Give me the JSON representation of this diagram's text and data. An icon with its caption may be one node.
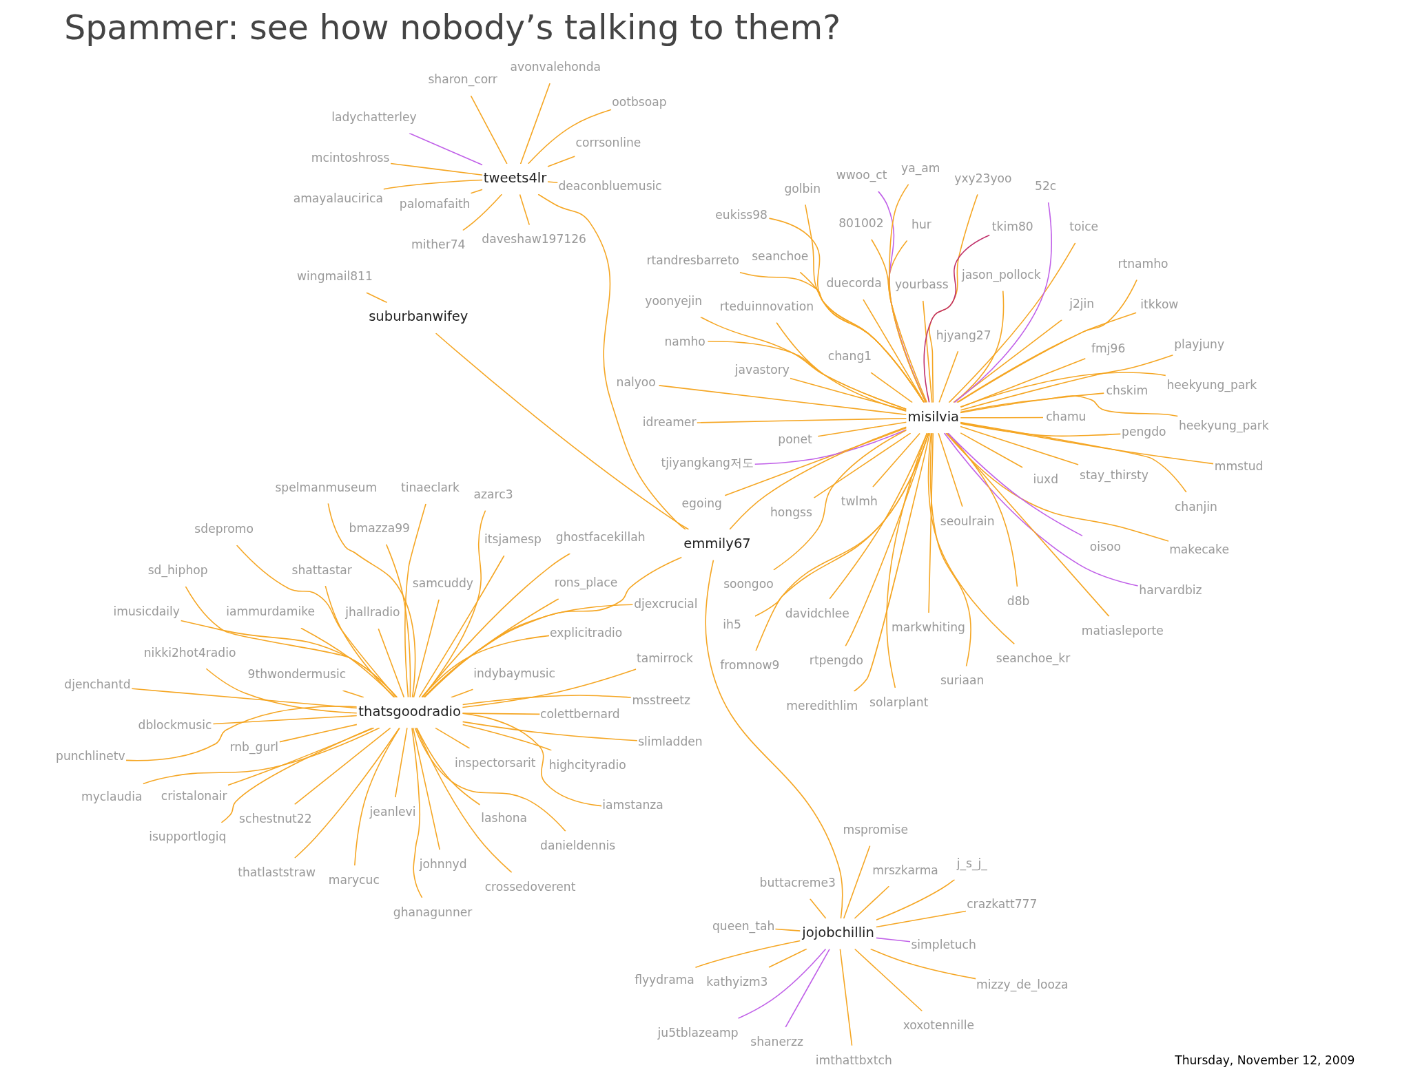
{
  "diagram": {
    "title": "Spammer: see how nobody’s talking to them?",
    "caption": "Thursday, November 12, 2009",
    "nodes": [
      {
        "text": [
          "misilvia"
        ]
      },
      {
        "text": [
          "stay_thirsty"
        ]
      },
      {
        "text": [
          "meredithlim"
        ]
      },
      {
        "text": [
          "golbin"
        ]
      },
      {
        "text": [
          "iuxd"
        ]
      },
      {
        "text": [
          "ponet"
        ]
      },
      {
        "text": [
          "ih5"
        ]
      },
      {
        "text": [
          "harvardbiz"
        ]
      },
      {
        "text": [
          "rtpengdo"
        ]
      },
      {
        "text": [
          "seanchoe_kr"
        ]
      },
      {
        "text": [
          "markwhiting"
        ]
      },
      {
        "text": [
          "nalyoo"
        ]
      },
      {
        "text": [
          "mmstud"
        ]
      },
      {
        "text": [
          "chskim"
        ]
      },
      {
        "text": [
          "hur"
        ]
      },
      {
        "text": [
          "d8b"
        ]
      },
      {
        "text": [
          "matiasleporte"
        ]
      },
      {
        "text": [
          "rtandresbarreto"
        ]
      },
      {
        "text": [
          "yoonyejin"
        ]
      },
      {
        "text": [
          "rteduinnovation"
        ]
      },
      {
        "text": [
          "twlmh"
        ]
      },
      {
        "text": [
          "hongss"
        ]
      },
      {
        "text": [
          "jason_pollock"
        ]
      },
      {
        "text": [
          "toice"
        ]
      },
      {
        "text": [
          "wwoo_ct"
        ]
      },
      {
        "text": [
          "suriaan"
        ]
      },
      {
        "text": [
          "rtnamho"
        ]
      },
      {
        "text": [
          "chang1"
        ]
      },
      {
        "text": [
          "davidchlee"
        ]
      },
      {
        "text": [
          "makecake"
        ]
      },
      {
        "text": [
          "yourbass"
        ]
      },
      {
        "text": [
          "chamu"
        ]
      },
      {
        "text": [
          "fromnow9"
        ]
      },
      {
        "text": [
          "duecorda"
        ]
      },
      {
        "text": [
          "j2jin"
        ]
      },
      {
        "text": [
          "seoulrain"
        ]
      },
      {
        "text": [
          "hjyang27"
        ]
      },
      {
        "text": [
          "52c"
        ]
      },
      {
        "text": [
          "namho"
        ]
      },
      {
        "text": [
          "idreamer"
        ]
      },
      {
        "text": [
          "801002"
        ]
      },
      {
        "text": [
          "seanchoe"
        ]
      },
      {
        "text": [
          "javastory"
        ]
      },
      {
        "text": [
          "itkkow"
        ]
      },
      {
        "text": [
          "pengdo"
        ]
      },
      {
        "text": [
          "egoing"
        ]
      },
      {
        "text": [
          "chanjin"
        ]
      },
      {
        "text": [
          "oisoo"
        ]
      },
      {
        "text": [
          "heekyung_park"
        ]
      },
      {
        "text": [
          "heekyung_park"
        ]
      },
      {
        "text": [
          "tjiyangkang저도"
        ]
      },
      {
        "text": [
          "playjuny"
        ]
      },
      {
        "text": [
          "yxy23yoo"
        ]
      },
      {
        "text": [
          "ya_am"
        ]
      },
      {
        "text": [
          "tkim80"
        ]
      },
      {
        "text": [
          "solarplant"
        ]
      },
      {
        "text": [
          "soongoo"
        ]
      },
      {
        "text": [
          "eukiss98"
        ]
      },
      {
        "text": [
          "fmj96"
        ]
      },
      {
        "text": [
          "emmily67"
        ]
      },
      {
        "text": [
          "suburbanwifey"
        ]
      },
      {
        "text": [
          "wingmail811"
        ]
      },
      {
        "text": [
          "thatsgoodradio"
        ]
      },
      {
        "text": [
          "djexcrucial"
        ]
      },
      {
        "text": [
          "slimladden"
        ]
      },
      {
        "text": [
          "rnb_gurl"
        ]
      },
      {
        "text": [
          "indybaymusic"
        ]
      },
      {
        "text": [
          "tamirrock"
        ]
      },
      {
        "text": [
          "crossedoverent"
        ]
      },
      {
        "text": [
          "nikki2hot4radio"
        ]
      },
      {
        "text": [
          "ghanagunner"
        ]
      },
      {
        "text": [
          "tinaeclark"
        ]
      },
      {
        "text": [
          "jhallradio"
        ]
      },
      {
        "text": [
          "dblockmusic"
        ]
      },
      {
        "text": [
          "jeanlevi"
        ]
      },
      {
        "text": [
          "danieldennis"
        ]
      },
      {
        "text": [
          "explicitradio"
        ]
      },
      {
        "text": [
          "thatlaststraw"
        ]
      },
      {
        "text": [
          "cristalonair"
        ]
      },
      {
        "text": [
          "msstreetz"
        ]
      },
      {
        "text": [
          "iammurdamike"
        ]
      },
      {
        "text": [
          "isupportlogiq"
        ]
      },
      {
        "text": [
          "colettbernard"
        ]
      },
      {
        "text": [
          "lashona"
        ]
      },
      {
        "text": [
          "spelmanmuseum"
        ]
      },
      {
        "text": [
          "sdepromo"
        ]
      },
      {
        "text": [
          "samcuddy"
        ]
      },
      {
        "text": [
          "sd_hiphop"
        ]
      },
      {
        "text": [
          "shattastar"
        ]
      },
      {
        "text": [
          "marycuc"
        ]
      },
      {
        "text": [
          "azarc3"
        ]
      },
      {
        "text": [
          "myclaudia"
        ]
      },
      {
        "text": [
          "ghostfacekillah"
        ]
      },
      {
        "text": [
          "bmazza99"
        ]
      },
      {
        "text": [
          "9thwondermusic"
        ]
      },
      {
        "text": [
          "johnnyd"
        ]
      },
      {
        "text": [
          "inspectorsarit"
        ]
      },
      {
        "text": [
          "iamstanza"
        ]
      },
      {
        "text": [
          "highcityradio"
        ]
      },
      {
        "text": [
          "schestnut22"
        ]
      },
      {
        "text": [
          "rons_place"
        ]
      },
      {
        "text": [
          "itsjamesp"
        ]
      },
      {
        "text": [
          "djenchantd"
        ]
      },
      {
        "text": [
          "punchlinetv"
        ]
      },
      {
        "text": [
          "imusicdaily"
        ]
      },
      {
        "text": [
          "tweets4lr"
        ]
      },
      {
        "text": [
          "deaconbluemusic"
        ]
      },
      {
        "text": [
          "corrsonline"
        ]
      },
      {
        "text": [
          "avonvalehonda"
        ]
      },
      {
        "text": [
          "sharon_corr"
        ]
      },
      {
        "text": [
          "daveshaw197126"
        ]
      },
      {
        "text": [
          "ootbsoap"
        ]
      },
      {
        "text": [
          "palomafaith"
        ]
      },
      {
        "text": [
          "mither74"
        ]
      },
      {
        "text": [
          "amayalaucirica"
        ]
      },
      {
        "text": [
          "ladychatterley"
        ]
      },
      {
        "text": [
          "mcintoshross"
        ]
      },
      {
        "text": [
          "jojobchillin"
        ]
      },
      {
        "text": [
          "imthattbxtch"
        ]
      },
      {
        "text": [
          "mrszkarma"
        ]
      },
      {
        "text": [
          "kathyizm3"
        ]
      },
      {
        "text": [
          "ju5tblazeamp"
        ]
      },
      {
        "text": [
          "xoxotennille"
        ]
      },
      {
        "text": [
          "mizzy_de_looza"
        ]
      },
      {
        "text": [
          "simpletuch"
        ]
      },
      {
        "text": [
          "flyydrama"
        ]
      },
      {
        "text": [
          "buttacreme3"
        ]
      },
      {
        "text": [
          "shanerzz"
        ]
      },
      {
        "text": [
          "crazkatt777"
        ]
      },
      {
        "text": [
          "queen_tah"
        ]
      },
      {
        "text": [
          "mspromise"
        ]
      },
      {
        "text": [
          "j_s_j_"
        ]
      }
    ],
    "edges": [
      {
        "from": 0,
        "to": 1,
        "arrow": "none"
      },
      {
        "from": 0,
        "to": 2,
        "arrow": "none"
      },
      {
        "from": 0,
        "to": 3,
        "arrow": "none"
      },
      {
        "from": 0,
        "to": 4,
        "arrow": "none"
      },
      {
        "from": 0,
        "to": 5,
        "arrow": "none"
      },
      {
        "from": 0,
        "to": 6,
        "arrow": "none"
      },
      {
        "from": 0,
        "to": 7,
        "arrow": "none",
        "color": "#c060e8"
      },
      {
        "from": 0,
        "to": 8,
        "arrow": "none"
      },
      {
        "from": 0,
        "to": 9,
        "arrow": "none"
      },
      {
        "from": 0,
        "to": 10,
        "arrow": "none"
      },
      {
        "from": 0,
        "to": 11,
        "arrow": "none"
      },
      {
        "from": 0,
        "to": 12,
        "arrow": "none"
      },
      {
        "from": 0,
        "to": 13,
        "arrow": "none"
      },
      {
        "from": 0,
        "to": 14,
        "arrow": "none"
      },
      {
        "from": 0,
        "to": 15,
        "arrow": "none"
      },
      {
        "from": 0,
        "to": 16,
        "arrow": "none"
      },
      {
        "from": 0,
        "to": 17,
        "arrow": "none"
      },
      {
        "from": 0,
        "to": 18,
        "arrow": "none"
      },
      {
        "from": 0,
        "to": 19,
        "arrow": "none"
      },
      {
        "from": 0,
        "to": 20,
        "arrow": "none"
      },
      {
        "from": 0,
        "to": 21,
        "arrow": "none"
      },
      {
        "from": 0,
        "to": 22,
        "arrow": "none"
      },
      {
        "from": 0,
        "to": 23,
        "arrow": "none"
      },
      {
        "from": 0,
        "to": 24,
        "arrow": "none",
        "color": "#c060e8"
      },
      {
        "from": 0,
        "to": 25,
        "arrow": "none"
      },
      {
        "from": 0,
        "to": 26,
        "arrow": "none"
      },
      {
        "from": 0,
        "to": 27,
        "arrow": "none"
      },
      {
        "from": 0,
        "to": 28,
        "arrow": "none"
      },
      {
        "from": 0,
        "to": 29,
        "arrow": "none"
      },
      {
        "from": 0,
        "to": 30,
        "arrow": "none"
      },
      {
        "from": 0,
        "to": 31,
        "arrow": "none"
      },
      {
        "from": 0,
        "to": 32,
        "arrow": "none"
      },
      {
        "from": 0,
        "to": 33,
        "arrow": "none"
      },
      {
        "from": 0,
        "to": 34,
        "arrow": "none"
      },
      {
        "from": 0,
        "to": 35,
        "arrow": "none"
      },
      {
        "from": 0,
        "to": 36,
        "arrow": "none"
      },
      {
        "from": 0,
        "to": 37,
        "arrow": "none",
        "color": "#c060e8"
      },
      {
        "from": 0,
        "to": 38,
        "arrow": "none"
      },
      {
        "from": 0,
        "to": 39,
        "arrow": "none"
      },
      {
        "from": 0,
        "to": 40,
        "arrow": "none"
      },
      {
        "from": 0,
        "to": 41,
        "arrow": "none"
      },
      {
        "from": 0,
        "to": 42,
        "arrow": "none"
      },
      {
        "from": 0,
        "to": 43,
        "arrow": "none"
      },
      {
        "from": 0,
        "to": 44,
        "arrow": "none"
      },
      {
        "from": 0,
        "to": 45,
        "arrow": "none"
      },
      {
        "from": 0,
        "to": 46,
        "arrow": "none"
      },
      {
        "from": 0,
        "to": 47,
        "arrow": "none",
        "color": "#c060e8"
      },
      {
        "from": 0,
        "to": 48,
        "arrow": "none"
      },
      {
        "from": 0,
        "to": 49,
        "arrow": "none"
      },
      {
        "from": 0,
        "to": 50,
        "arrow": "none",
        "color": "#c060e8"
      },
      {
        "from": 0,
        "to": 51,
        "arrow": "none"
      },
      {
        "from": 0,
        "to": 52,
        "arrow": "none"
      },
      {
        "from": 0,
        "to": 53,
        "arrow": "none"
      },
      {
        "from": 0,
        "to": 54,
        "arrow": "none",
        "color": "#c0306b"
      },
      {
        "from": 0,
        "to": 55,
        "arrow": "none"
      },
      {
        "from": 0,
        "to": 56,
        "arrow": "none"
      },
      {
        "from": 0,
        "to": 57,
        "arrow": "none"
      },
      {
        "from": 0,
        "to": 58,
        "arrow": "none"
      },
      {
        "from": 59,
        "to": 0,
        "arrow": "none"
      },
      {
        "from": 59,
        "to": 60,
        "arrow": "none"
      },
      {
        "from": 60,
        "to": 61,
        "arrow": "none"
      },
      {
        "from": 59,
        "to": 62,
        "arrow": "none"
      },
      {
        "from": 59,
        "to": 105,
        "arrow": "none"
      },
      {
        "from": 59,
        "to": 117,
        "arrow": "none"
      },
      {
        "from": 62,
        "to": 63,
        "arrow": "none"
      },
      {
        "from": 62,
        "to": 64,
        "arrow": "none"
      },
      {
        "from": 62,
        "to": 65,
        "arrow": "none"
      },
      {
        "from": 62,
        "to": 66,
        "arrow": "none"
      },
      {
        "from": 62,
        "to": 67,
        "arrow": "none"
      },
      {
        "from": 62,
        "to": 68,
        "arrow": "none"
      },
      {
        "from": 62,
        "to": 69,
        "arrow": "none"
      },
      {
        "from": 62,
        "to": 70,
        "arrow": "none"
      },
      {
        "from": 62,
        "to": 71,
        "arrow": "none"
      },
      {
        "from": 62,
        "to": 72,
        "arrow": "none"
      },
      {
        "from": 62,
        "to": 73,
        "arrow": "none"
      },
      {
        "from": 62,
        "to": 74,
        "arrow": "none"
      },
      {
        "from": 62,
        "to": 75,
        "arrow": "none"
      },
      {
        "from": 62,
        "to": 76,
        "arrow": "none"
      },
      {
        "from": 62,
        "to": 77,
        "arrow": "none"
      },
      {
        "from": 62,
        "to": 78,
        "arrow": "none"
      },
      {
        "from": 62,
        "to": 79,
        "arrow": "none"
      },
      {
        "from": 62,
        "to": 80,
        "arrow": "none"
      },
      {
        "from": 62,
        "to": 81,
        "arrow": "none"
      },
      {
        "from": 62,
        "to": 82,
        "arrow": "none"
      },
      {
        "from": 62,
        "to": 83,
        "arrow": "none"
      },
      {
        "from": 62,
        "to": 84,
        "arrow": "none"
      },
      {
        "from": 62,
        "to": 85,
        "arrow": "none"
      },
      {
        "from": 62,
        "to": 86,
        "arrow": "none"
      },
      {
        "from": 62,
        "to": 87,
        "arrow": "none"
      },
      {
        "from": 62,
        "to": 88,
        "arrow": "none"
      },
      {
        "from": 62,
        "to": 89,
        "arrow": "none"
      },
      {
        "from": 62,
        "to": 90,
        "arrow": "none"
      },
      {
        "from": 62,
        "to": 91,
        "arrow": "none"
      },
      {
        "from": 62,
        "to": 92,
        "arrow": "none"
      },
      {
        "from": 62,
        "to": 93,
        "arrow": "none"
      },
      {
        "from": 62,
        "to": 94,
        "arrow": "none"
      },
      {
        "from": 62,
        "to": 95,
        "arrow": "none"
      },
      {
        "from": 62,
        "to": 96,
        "arrow": "none"
      },
      {
        "from": 62,
        "to": 97,
        "arrow": "none"
      },
      {
        "from": 62,
        "to": 98,
        "arrow": "none"
      },
      {
        "from": 62,
        "to": 99,
        "arrow": "none"
      },
      {
        "from": 62,
        "to": 100,
        "arrow": "none"
      },
      {
        "from": 62,
        "to": 101,
        "arrow": "none"
      },
      {
        "from": 62,
        "to": 102,
        "arrow": "none"
      },
      {
        "from": 62,
        "to": 103,
        "arrow": "none"
      },
      {
        "from": 62,
        "to": 104,
        "arrow": "none"
      },
      {
        "from": 105,
        "to": 106,
        "arrow": "none"
      },
      {
        "from": 105,
        "to": 107,
        "arrow": "none"
      },
      {
        "from": 105,
        "to": 108,
        "arrow": "none"
      },
      {
        "from": 105,
        "to": 109,
        "arrow": "none"
      },
      {
        "from": 105,
        "to": 110,
        "arrow": "none"
      },
      {
        "from": 105,
        "to": 111,
        "arrow": "none"
      },
      {
        "from": 105,
        "to": 112,
        "arrow": "none"
      },
      {
        "from": 105,
        "to": 113,
        "arrow": "none"
      },
      {
        "from": 105,
        "to": 114,
        "arrow": "none"
      },
      {
        "from": 105,
        "to": 115,
        "arrow": "none",
        "color": "#c060e8"
      },
      {
        "from": 105,
        "to": 116,
        "arrow": "none"
      },
      {
        "from": 117,
        "to": 118,
        "arrow": "none"
      },
      {
        "from": 117,
        "to": 119,
        "arrow": "none"
      },
      {
        "from": 117,
        "to": 120,
        "arrow": "none"
      },
      {
        "from": 117,
        "to": 121,
        "arrow": "none",
        "color": "#c060e8"
      },
      {
        "from": 117,
        "to": 122,
        "arrow": "none"
      },
      {
        "from": 117,
        "to": 123,
        "arrow": "none"
      },
      {
        "from": 117,
        "to": 124,
        "arrow": "none",
        "color": "#c060e8"
      },
      {
        "from": 117,
        "to": 125,
        "arrow": "none"
      },
      {
        "from": 117,
        "to": 126,
        "arrow": "none"
      },
      {
        "from": 117,
        "to": 127,
        "arrow": "none",
        "color": "#c060e8"
      },
      {
        "from": 117,
        "to": 128,
        "arrow": "none"
      },
      {
        "from": 117,
        "to": 129,
        "arrow": "none"
      },
      {
        "from": 117,
        "to": 130,
        "arrow": "none"
      },
      {
        "from": 117,
        "to": 131,
        "arrow": "none"
      }
    ]
  }
}
